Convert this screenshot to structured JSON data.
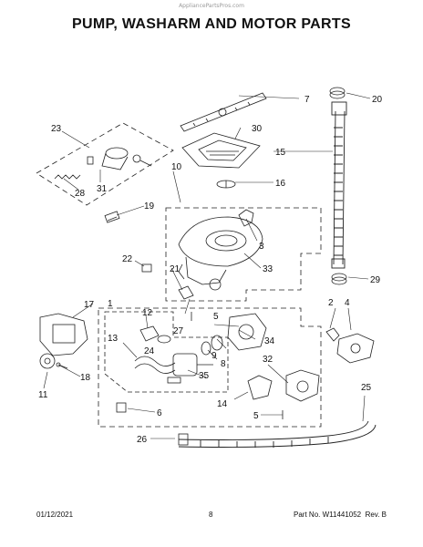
{
  "watermark": "AppliancePartsPros.com",
  "title": "PUMP, WASHARM AND MOTOR PARTS",
  "footer": {
    "date": "01/12/2021",
    "page": "8",
    "part_number": "Part No. W11441052  Rev. B"
  },
  "callouts": [
    "1",
    "2",
    "3",
    "4",
    "5",
    "5",
    "6",
    "7",
    "8",
    "9",
    "10",
    "11",
    "12",
    "13",
    "14",
    "15",
    "16",
    "17",
    "18",
    "19",
    "20",
    "21",
    "22",
    "23",
    "24",
    "25",
    "26",
    "27",
    "28",
    "29",
    "30",
    "31",
    "32",
    "33",
    "34",
    "35"
  ]
}
